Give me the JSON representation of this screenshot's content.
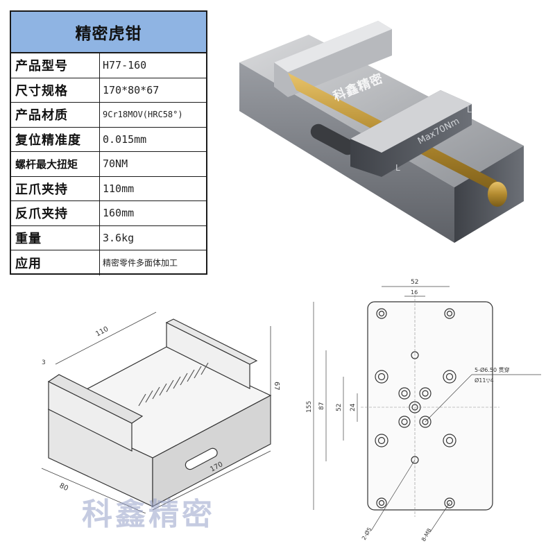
{
  "spec": {
    "title": "精密虎钳",
    "rows": [
      {
        "label": "产品型号",
        "value": "H77-160"
      },
      {
        "label": "尺寸规格",
        "value": "170*80*67"
      },
      {
        "label": "产品材质",
        "value": "9Cr18MOV(HRC58°)"
      },
      {
        "label": "复位精准度",
        "value": "0.015mm"
      },
      {
        "label": "螺杆最大扭矩",
        "value": "70NM"
      },
      {
        "label": "正爪夹持",
        "value": "110mm"
      },
      {
        "label": "反爪夹持",
        "value": "160mm"
      },
      {
        "label": "重量",
        "value": "3.6kg"
      },
      {
        "label": "应用",
        "value": "精密零件多面体加工"
      }
    ]
  },
  "photo": {
    "watermark": "科鑫精密",
    "jaw_text": "Max70Nm",
    "mark_left": "L",
    "mark_right": "L"
  },
  "iso": {
    "dim_length": "110",
    "dim_jaw": "3",
    "dim_height": "67",
    "dim_width": "80",
    "dim_total": "170"
  },
  "plan": {
    "dim_top_outer": "52",
    "dim_top_inner": "16",
    "dim_left_total": "155",
    "dim_left_87": "87",
    "dim_left_52": "52",
    "dim_left_24": "24",
    "hole_note_1": "5-Ø6.50 贯穿",
    "hole_note_2": "Ø11▽4",
    "callout_bottom_left": "2-Ø5",
    "callout_bottom_right": "8-M8"
  },
  "watermark": "科鑫精密"
}
